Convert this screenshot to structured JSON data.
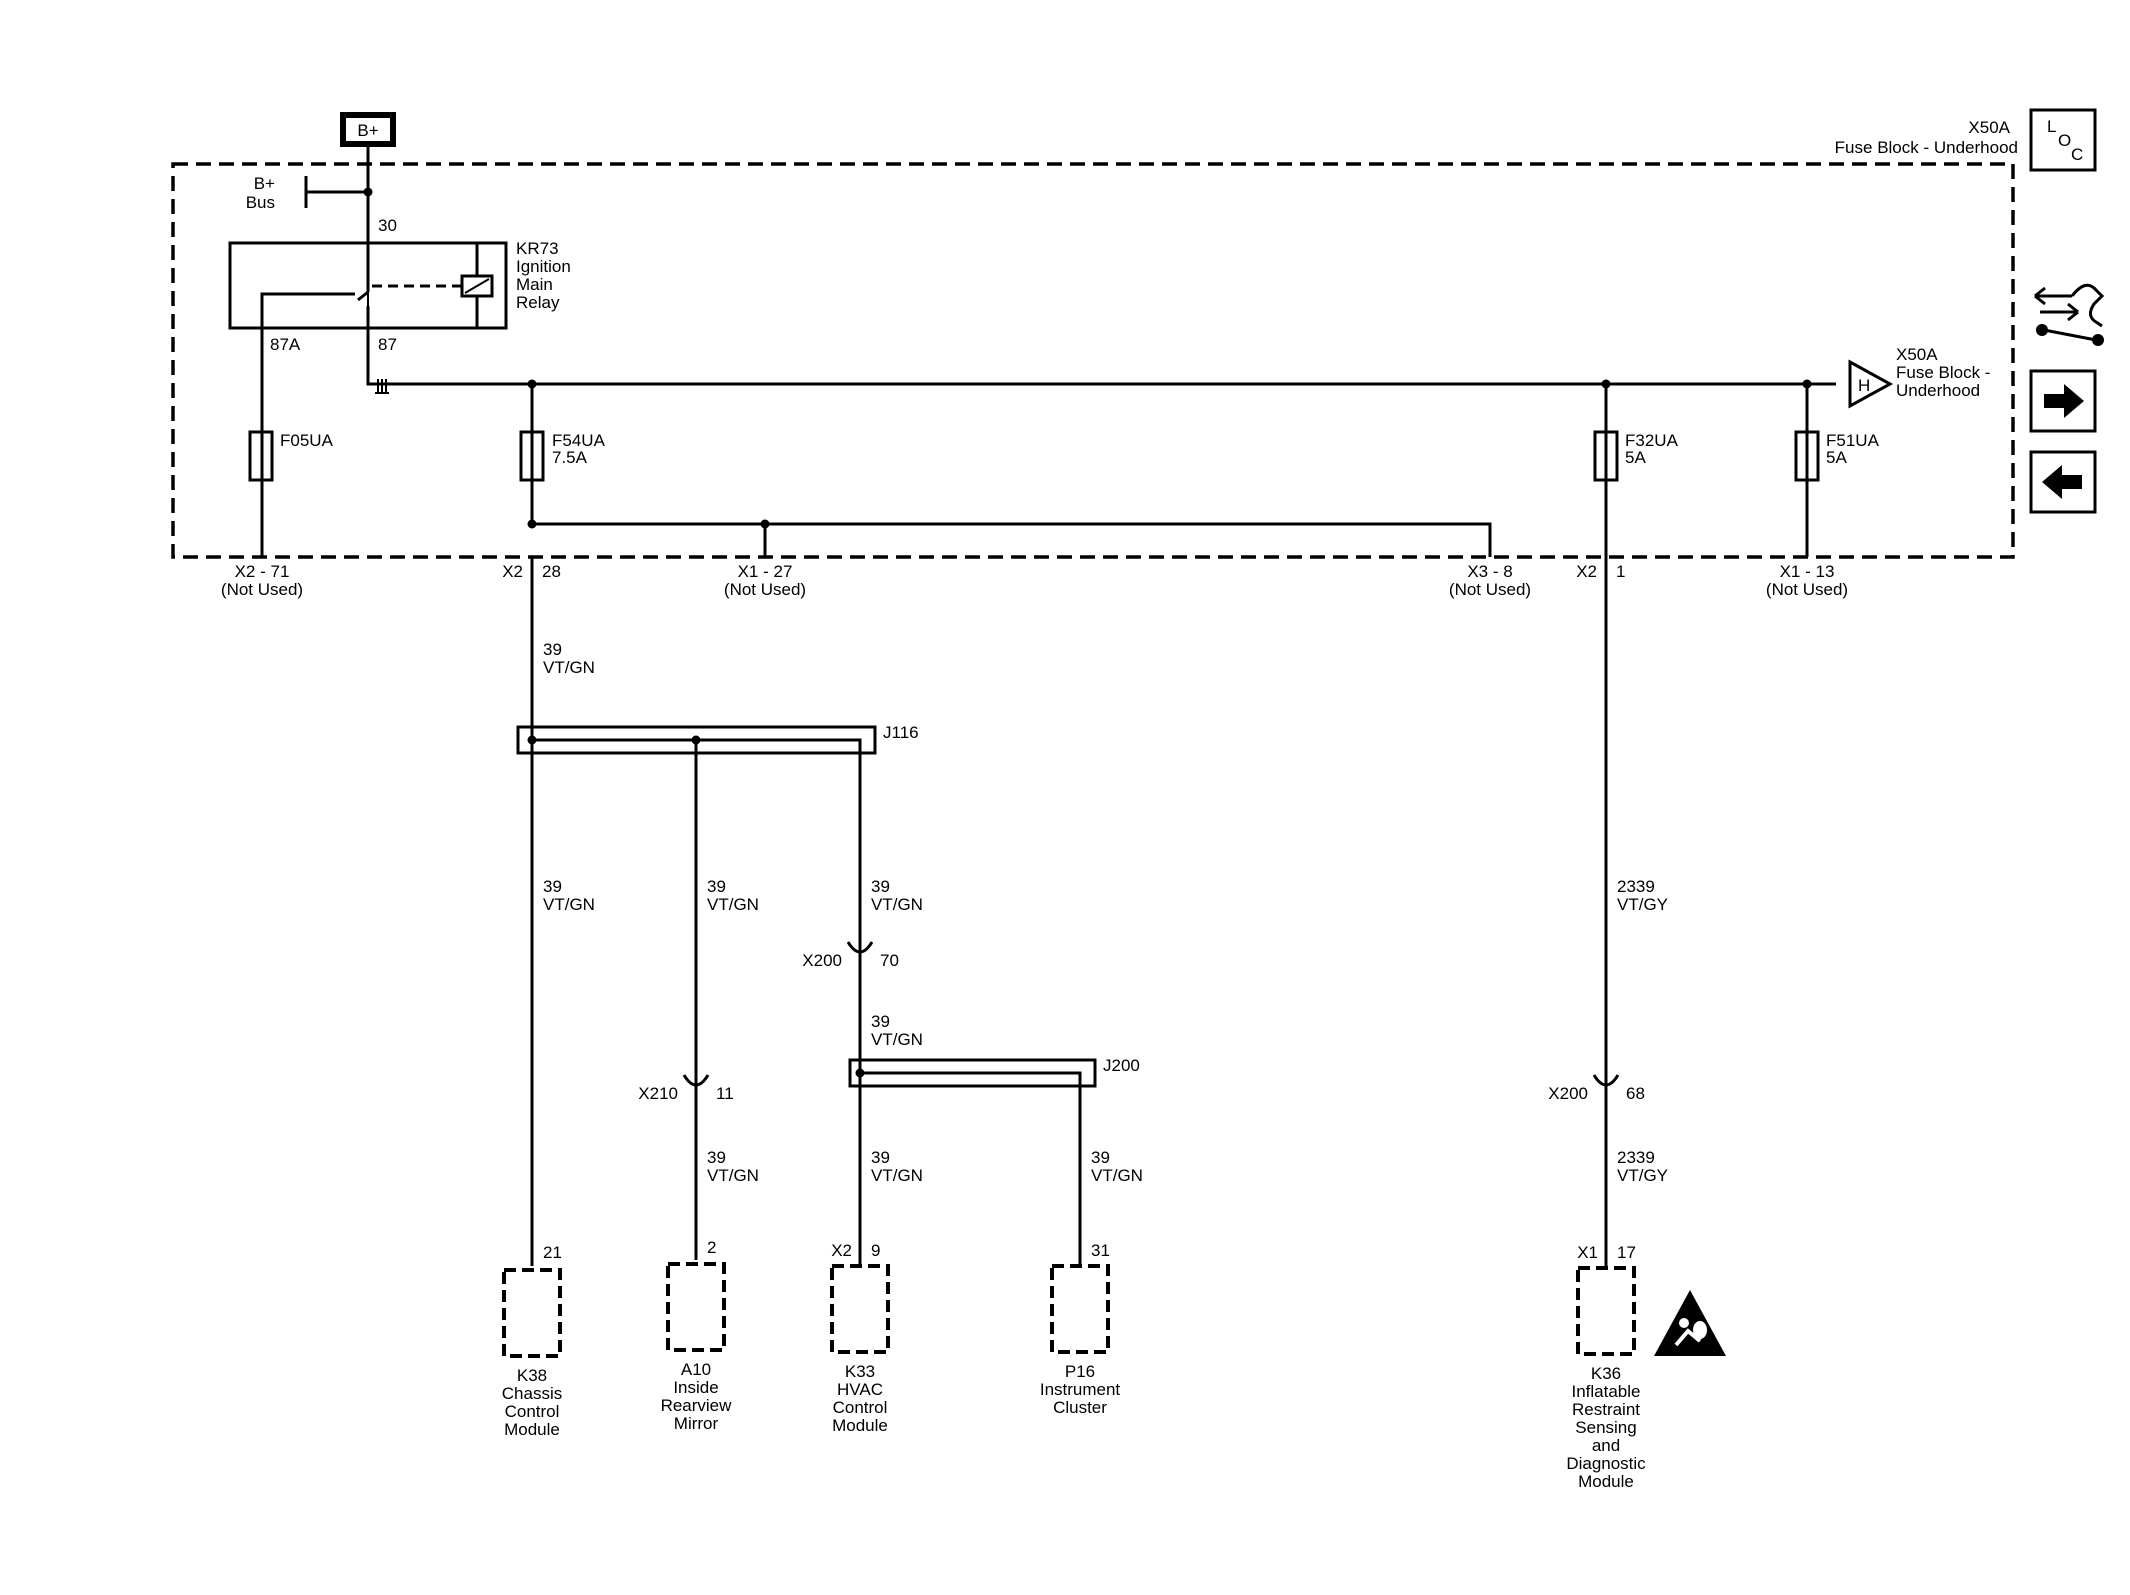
{
  "battery": {
    "label": "B+"
  },
  "fuse_block": {
    "id": "X50A",
    "name": "Fuse Block - Underhood",
    "loc_button": {
      "l": "L",
      "o": "O",
      "c": "C"
    },
    "bus_label": [
      "B+",
      "Bus"
    ],
    "terminal_30": "30",
    "relay": {
      "id": "KR73",
      "name": [
        "Ignition",
        "Main",
        "Relay"
      ],
      "pin_87a": "87A",
      "pin_87": "87"
    },
    "connector_ref": {
      "letter": "H",
      "id": "X50A",
      "name": [
        "Fuse Block -",
        "Underhood"
      ]
    }
  },
  "fuses": [
    {
      "id": "F05UA",
      "rating": ""
    },
    {
      "id": "F54UA",
      "rating": "7.5A"
    },
    {
      "id": "F32UA",
      "rating": "5A"
    },
    {
      "id": "F51UA",
      "rating": "5A"
    }
  ],
  "pins": {
    "x2_71": "X2 - 71",
    "x2_28_conn": "X2",
    "x2_28_pin": "28",
    "x1_27": "X1 - 27",
    "x3_8": "X3 - 8",
    "x2_1_conn": "X2",
    "x2_1_pin": "1",
    "x1_13": "X1 - 13",
    "not_used": "(Not Used)"
  },
  "wires": {
    "w39_num": "39",
    "w39_color": "VT/GN",
    "w2339_num": "2339",
    "w2339_color": "VT/GY"
  },
  "splices": {
    "j116": "J116",
    "j200": "J200"
  },
  "inline_connectors": {
    "x200_a": {
      "id": "X200",
      "pin": "70"
    },
    "x210": {
      "id": "X210",
      "pin": "11"
    },
    "x200_b": {
      "id": "X200",
      "pin": "68"
    }
  },
  "modules": [
    {
      "conn": "",
      "pin": "21",
      "id": "K38",
      "name": [
        "Chassis",
        "Control",
        "Module"
      ]
    },
    {
      "conn": "",
      "pin": "2",
      "id": "A10",
      "name": [
        "Inside",
        "Rearview",
        "Mirror"
      ]
    },
    {
      "conn": "X2",
      "pin": "9",
      "id": "K33",
      "name": [
        "HVAC",
        "Control",
        "Module"
      ]
    },
    {
      "conn": "",
      "pin": "31",
      "id": "P16",
      "name": [
        "Instrument",
        "Cluster"
      ]
    },
    {
      "conn": "X1",
      "pin": "17",
      "id": "K36",
      "name": [
        "Inflatable",
        "Restraint",
        "Sensing",
        "and",
        "Diagnostic",
        "Module"
      ]
    }
  ],
  "nav_icons": [
    "loc-icon",
    "connector-info-icon",
    "next-page-arrow-icon",
    "previous-page-arrow-icon"
  ]
}
